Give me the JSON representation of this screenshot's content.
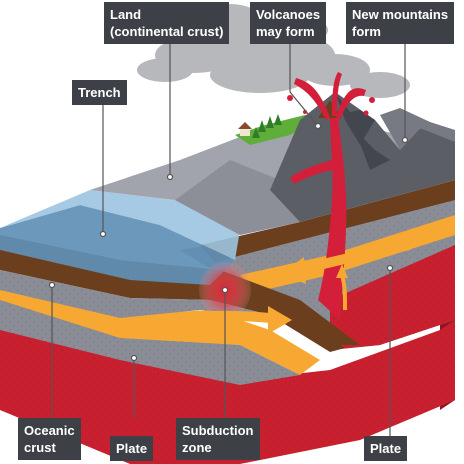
{
  "labels": {
    "land": {
      "line1": "Land",
      "line2": "(continental crust)"
    },
    "volcanoes": {
      "line1": "Volcanoes",
      "line2": "may form"
    },
    "new_mountains": {
      "line1": "New mountains",
      "line2": "form"
    },
    "trench": {
      "line1": "Trench"
    },
    "oceanic_crust": {
      "line1": "Oceanic",
      "line2": "crust"
    },
    "plate_left": {
      "line1": "Plate"
    },
    "subduction": {
      "line1": "Subduction",
      "line2": "zone"
    },
    "plate_right": {
      "line1": "Plate"
    }
  },
  "colors": {
    "ocean": "#5f8fb6",
    "ocean_light": "#9cc4e0",
    "land_grey": "#8d8f98",
    "mountain_dark": "#5c5e66",
    "crust_brown": "#6b3f1e",
    "mantle_red": "#c8202f",
    "plate_grey": "#8a8c96",
    "magma": "#d41f3a",
    "arrow_orange": "#f7a833",
    "label_bg": "#3d4047",
    "smoke": "#b7b8bb",
    "grass": "#5fae3a"
  }
}
